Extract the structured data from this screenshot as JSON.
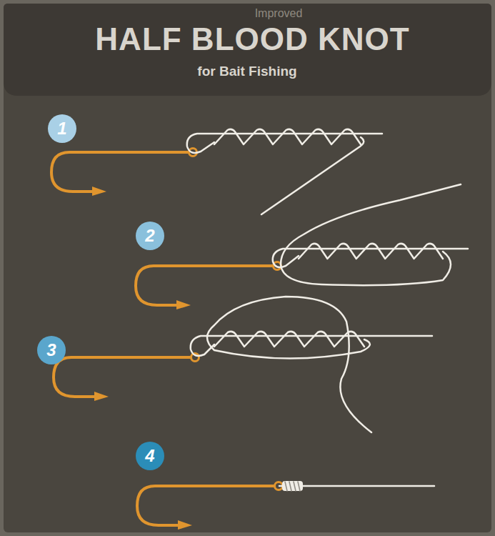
{
  "diagram": {
    "title": "HALF BLOOD KNOT",
    "nodes": [
      {
        "text": [
          "1"
        ]
      },
      {
        "text": [
          "2"
        ]
      },
      {
        "text": [
          "3"
        ]
      },
      {
        "text": [
          "4"
        ]
      }
    ],
    "labels": [
      "Improved",
      "for Bait Fishing"
    ]
  }
}
